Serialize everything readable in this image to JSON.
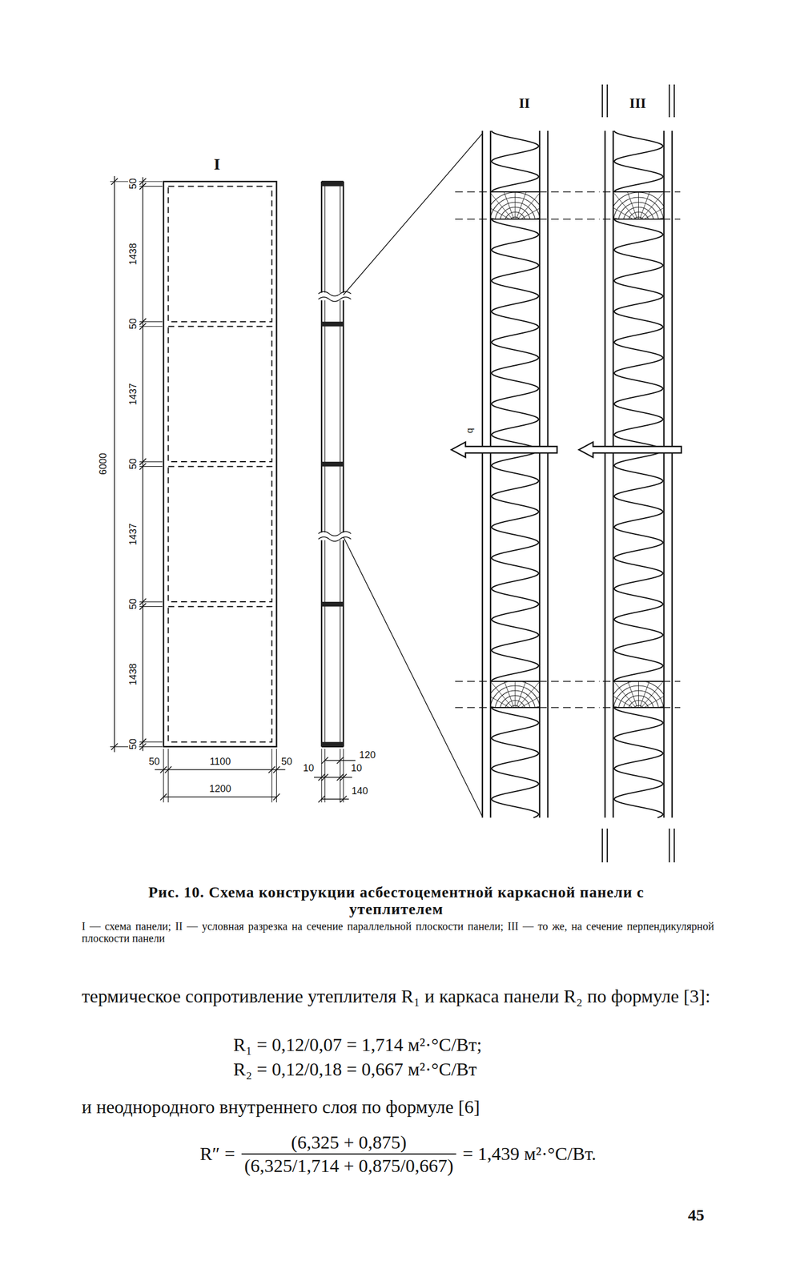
{
  "diagram": {
    "caption": "Рис. 10. Схема конструкции асбестоцементной каркасной панели с утеплителем",
    "labels": [
      "I",
      "50",
      "1438",
      "50",
      "1437",
      "50",
      "1437",
      "50",
      "1438",
      "50",
      "6000",
      "50",
      "1100",
      "50",
      "1200",
      "120",
      "10",
      "10",
      "140",
      "II",
      "III",
      "q",
      "I — схема панели; II — условная разрезка на сечение параллельной плоскости панели; III — то же, на сечение перпендикулярной плоскости панели",
      "термическое сопротивление утеплителя R₁ и каркаса панели R₂ по формуле [3]:",
      "R₁ = 0,12/0,07 = 1,714 м²·°C/Вт;",
      "R₂ = 0,12/0,18 = 0,667 м²·°C/Вт",
      "и неоднородного внутреннего слоя по формуле [6]",
      "R″ =",
      "(6,325 + 0,875)",
      "(6,325/1,714 + 0,875/0,667)",
      "= 1,439 м²·°C/Вт.",
      "45"
    ]
  }
}
